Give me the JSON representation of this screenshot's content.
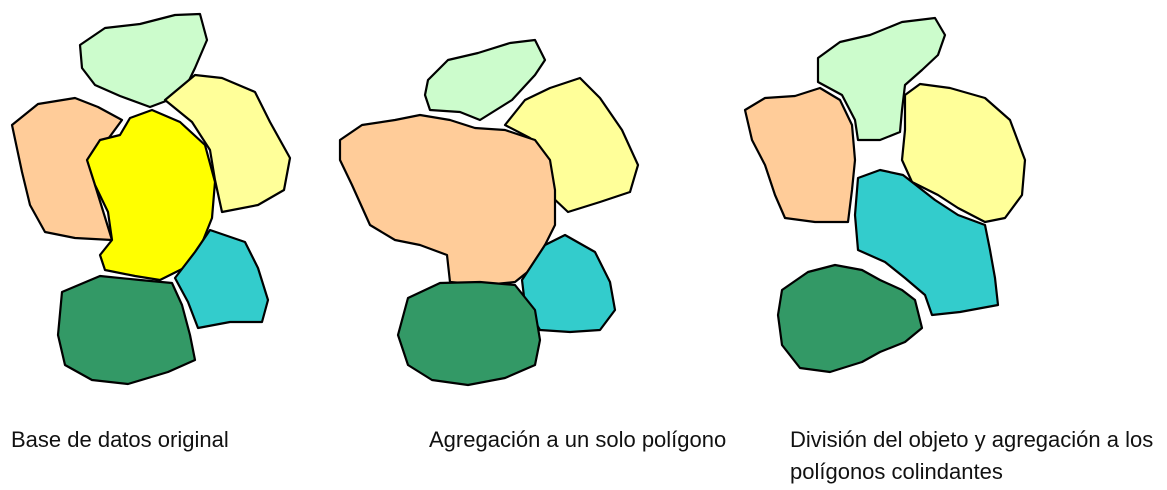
{
  "panels": [
    {
      "caption": "Base de datos original"
    },
    {
      "caption": "Agregación a un solo polígono"
    },
    {
      "caption": "División del objeto y agregación a los polígonos colindantes"
    }
  ],
  "colors": {
    "light_green": "#ccfccc",
    "pale_yellow": "#ffff99",
    "peach": "#ffcc99",
    "yellow": "#ffff00",
    "teal": "#33cccc",
    "dark_green": "#339966",
    "outline": "#000000"
  }
}
